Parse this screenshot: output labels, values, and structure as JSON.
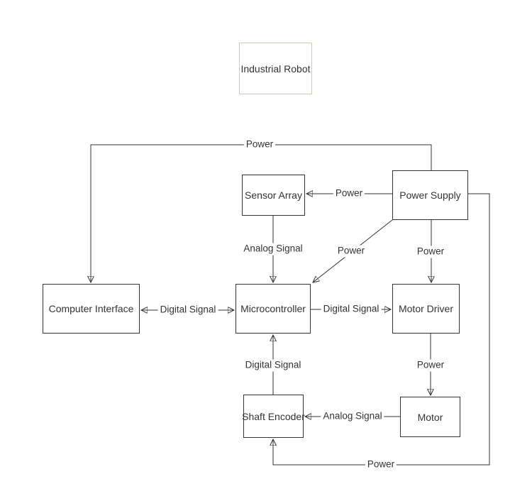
{
  "diagram": {
    "title_node": {
      "label": "Industrial Robot"
    },
    "nodes": {
      "industrial_robot": {
        "label": "Industrial Robot"
      },
      "sensor_array": {
        "label": "Sensor Array"
      },
      "power_supply": {
        "label": "Power Supply"
      },
      "computer_interface": {
        "label": "Computer Interface"
      },
      "microcontroller": {
        "label": "Microcontroller"
      },
      "motor_driver": {
        "label": "Motor Driver"
      },
      "shaft_encoder": {
        "label": "Shaft Encoder"
      },
      "motor": {
        "label": "Motor"
      }
    },
    "edges": [
      {
        "from": "Power Supply",
        "to": "Computer Interface",
        "label": "Power"
      },
      {
        "from": "Power Supply",
        "to": "Sensor Array",
        "label": "Power"
      },
      {
        "from": "Power Supply",
        "to": "Microcontroller",
        "label": "Power"
      },
      {
        "from": "Power Supply",
        "to": "Motor Driver",
        "label": "Power"
      },
      {
        "from": "Power Supply",
        "to": "Shaft Encoder",
        "label": "Power"
      },
      {
        "from": "Sensor Array",
        "to": "Microcontroller",
        "label": "Analog Signal"
      },
      {
        "from": "Computer Interface",
        "to": "Microcontroller",
        "label": "Digital Signal",
        "bidirectional": true
      },
      {
        "from": "Microcontroller",
        "to": "Motor Driver",
        "label": "Digital Signal"
      },
      {
        "from": "Motor Driver",
        "to": "Motor",
        "label": "Power"
      },
      {
        "from": "Motor",
        "to": "Shaft Encoder",
        "label": "Analog Signal"
      },
      {
        "from": "Shaft Encoder",
        "to": "Microcontroller",
        "label": "Digital Signal"
      }
    ],
    "edge_labels": {
      "ps_ci": "Power",
      "ps_sa": "Power",
      "ps_mc": "Power",
      "ps_md": "Power",
      "ps_se": "Power",
      "sa_mc": "Analog Signal",
      "ci_mc": "Digital Signal",
      "mc_md": "Digital Signal",
      "md_motor": "Power",
      "motor_se": "Analog Signal",
      "se_mc": "Digital Signal"
    },
    "colors": {
      "background": "#ffffff",
      "node_fill": "#ffffff",
      "node_border": "#333333",
      "title_node_border": "#d8c8a8",
      "edge_stroke": "#333333",
      "text": "#333333"
    }
  }
}
